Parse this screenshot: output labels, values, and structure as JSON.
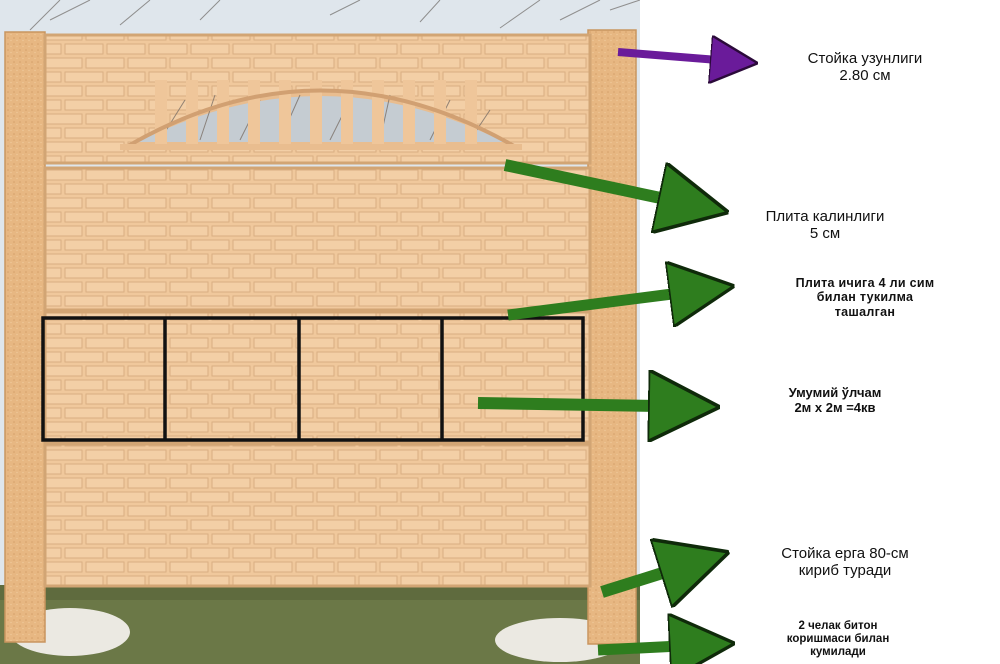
{
  "labels": {
    "post_length": [
      "Стойка узунлиги",
      "2.80 см"
    ],
    "panel_thickness": [
      "Плита калинлиги",
      "5 см"
    ],
    "panel_wire": [
      "Плита ичига 4 ли сим",
      "билан тукилма",
      "ташалган"
    ],
    "total_size": [
      "Умумий ўлчам",
      "2м х 2м =4кв"
    ],
    "post_in_ground": [
      "Стойка ерга 80-см",
      "кириб туради"
    ],
    "concrete_fill": [
      "2 челак битон",
      "коришмаси билан",
      "кумилади"
    ]
  },
  "colors": {
    "purple_arrow": "#6a1b9a",
    "green_arrow": "#2e7d1e",
    "panel": "#f0c89c",
    "post": "#e9b985",
    "sky": "#dfe6ec",
    "grass": "#5f6b3e",
    "wire_frame": "#111111"
  }
}
